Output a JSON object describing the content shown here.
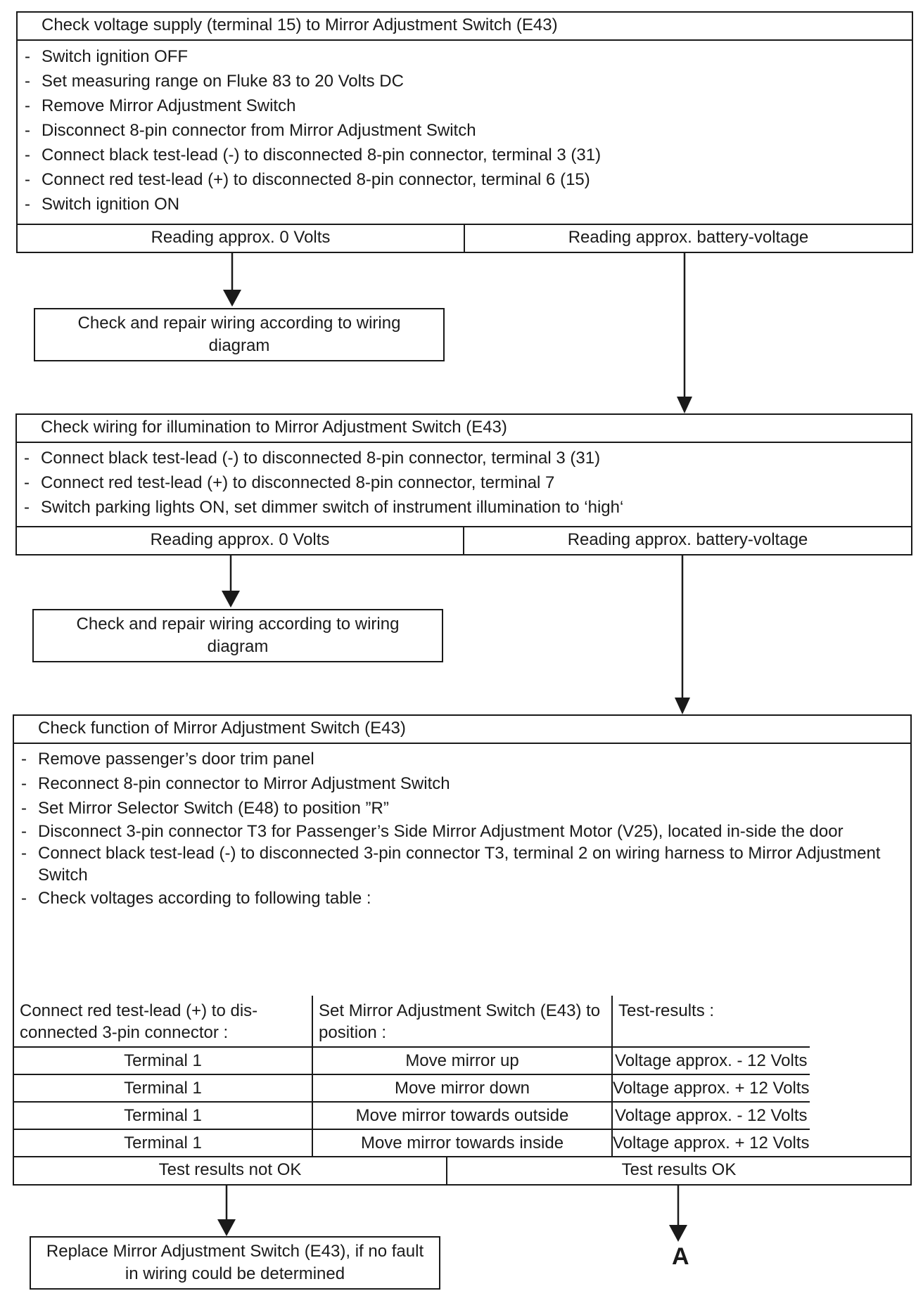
{
  "section1": {
    "title": "Check voltage supply (terminal 15) to Mirror Adjustment Switch (E43)",
    "steps": [
      "Switch ignition OFF",
      "Set measuring range on Fluke 83 to 20 Volts DC",
      "Remove Mirror Adjustment Switch",
      "Disconnect 8-pin connector from Mirror Adjustment Switch",
      "Connect black test-lead (-) to disconnected 8-pin connector, terminal 3 (31)",
      "Connect red test-lead (+) to disconnected 8-pin connector, terminal 6 (15)",
      "Switch ignition ON"
    ],
    "outcome_left": "Reading approx. 0 Volts",
    "outcome_right": "Reading approx. battery-voltage",
    "action": "Check and repair wiring according to wiring diagram"
  },
  "section2": {
    "title": "Check wiring for illumination to Mirror Adjustment Switch (E43)",
    "steps": [
      "Connect black test-lead (-) to disconnected 8-pin connector, terminal 3 (31)",
      "Connect red test-lead (+) to disconnected 8-pin connector, terminal 7",
      "Switch parking lights ON, set dimmer switch of instrument illumination to ‘high‘"
    ],
    "outcome_left": "Reading approx. 0 Volts",
    "outcome_right": "Reading approx. battery-voltage",
    "action": "Check and repair wiring according to wiring diagram"
  },
  "section3": {
    "title": "Check function of Mirror Adjustment Switch (E43)",
    "steps": [
      "Remove passenger’s door trim panel",
      "Reconnect 8-pin connector to Mirror Adjustment Switch",
      "Set Mirror Selector Switch (E48) to position ”R”",
      "Disconnect 3-pin connector T3 for Passenger’s Side Mirror Adjustment Motor (V25), located in-side the door",
      "Connect black test-lead (-) to disconnected 3-pin connector T3, terminal 2 on wiring harness to Mirror Adjustment Switch",
      "Check voltages according to following table :"
    ],
    "table": {
      "headers": [
        "Connect red test-lead (+) to dis-connected 3-pin connector :",
        "Set Mirror Adjustment Switch (E43) to position :",
        "Test-results :"
      ],
      "rows": [
        [
          "Terminal 1",
          "Move mirror up",
          "Voltage approx. - 12 Volts"
        ],
        [
          "Terminal 1",
          "Move mirror down",
          "Voltage approx. + 12 Volts"
        ],
        [
          "Terminal 1",
          "Move mirror towards outside",
          "Voltage approx. - 12 Volts"
        ],
        [
          "Terminal 1",
          "Move mirror towards inside",
          "Voltage approx. + 12 Volts"
        ]
      ]
    },
    "outcome_left": "Test results not OK",
    "outcome_right": "Test results OK",
    "action": "Replace Mirror Adjustment Switch (E43), if no fault in wiring could be determined"
  },
  "continue_label": "A"
}
